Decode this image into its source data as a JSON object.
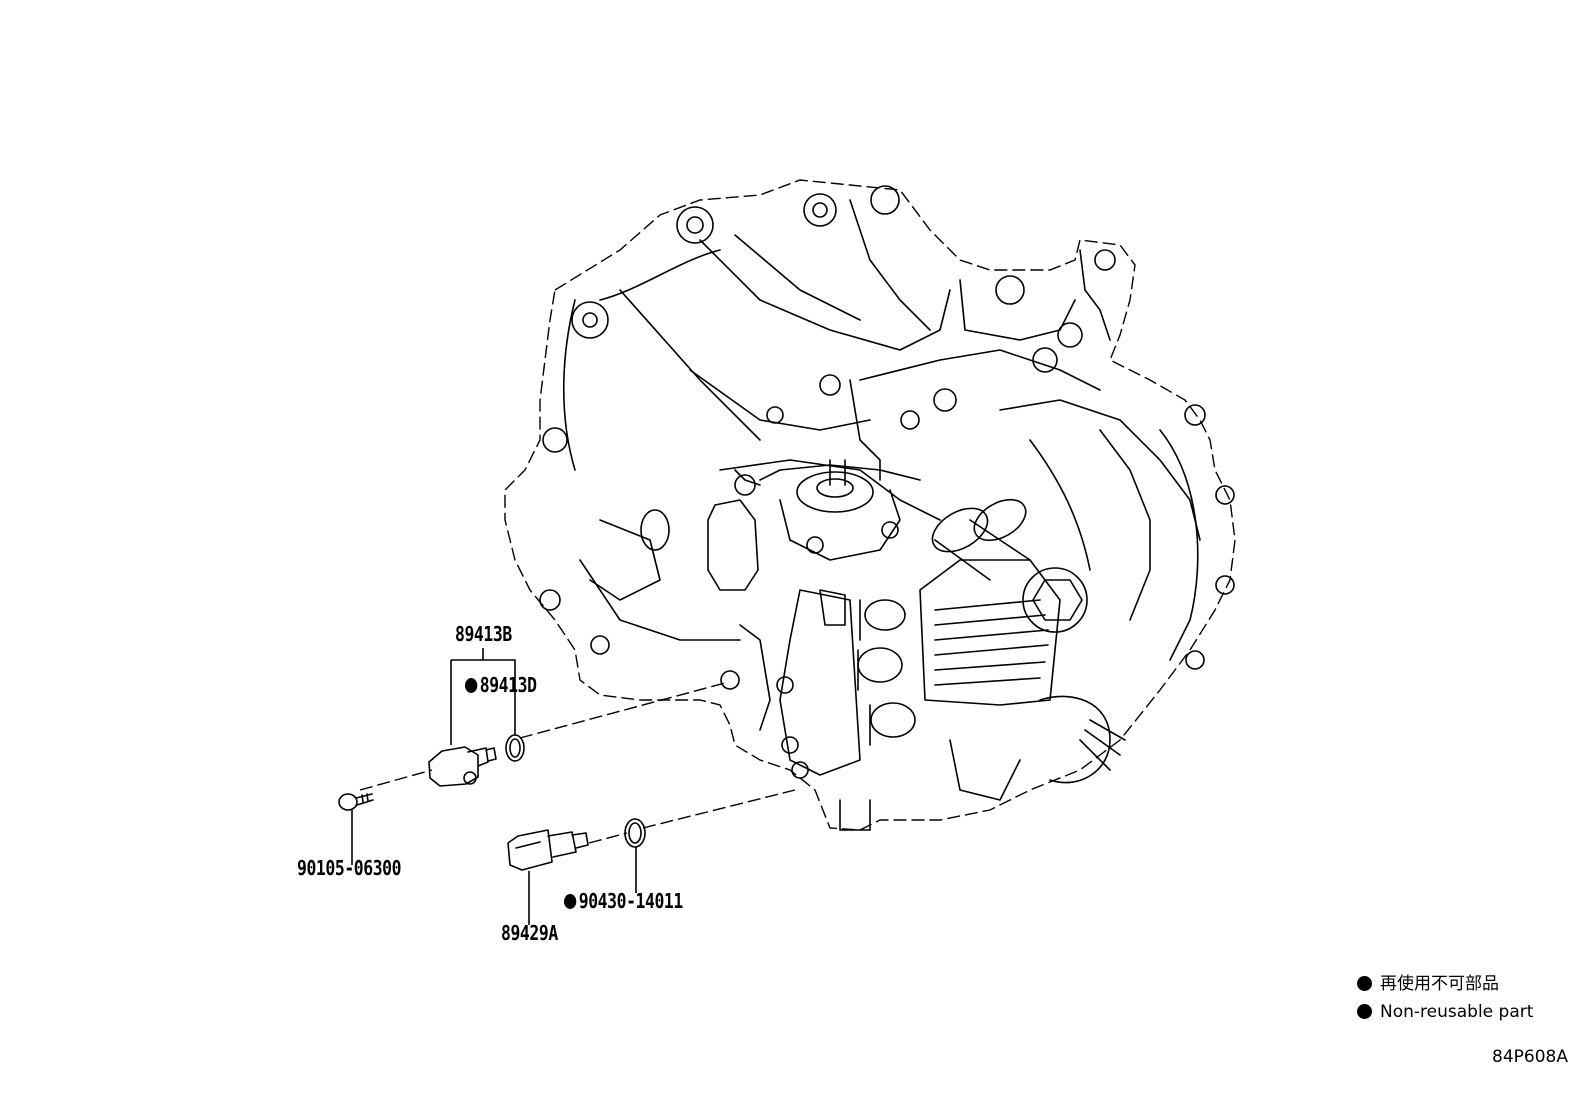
{
  "diagram_code": "84P608A",
  "parts": [
    {
      "number": "89413B",
      "non_reusable": false
    },
    {
      "number": "89413D",
      "non_reusable": true
    },
    {
      "number": "90105-06300",
      "non_reusable": false
    },
    {
      "number": "89429A",
      "non_reusable": false
    },
    {
      "number": "90430-14011",
      "non_reusable": true
    }
  ],
  "legend": {
    "japanese": "再使用不可部品",
    "english": "Non-reusable part"
  }
}
